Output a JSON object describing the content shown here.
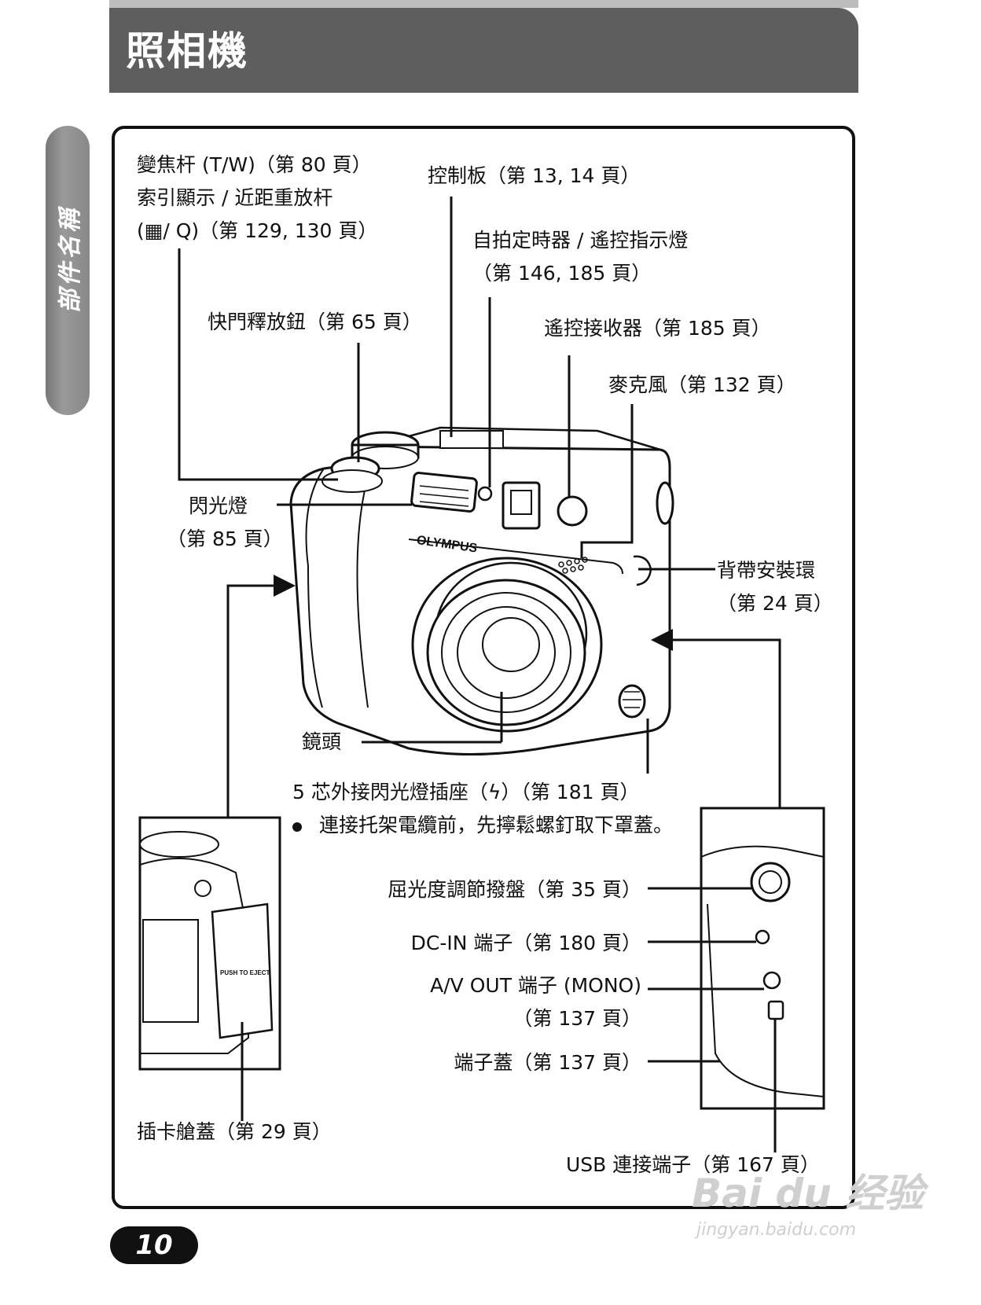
{
  "header": {
    "title": "照相機"
  },
  "side_tab": {
    "label": "部件名稱"
  },
  "labels": {
    "zoom_lever_1": "變焦杆 (T/W)（第 80 頁）",
    "zoom_lever_2": "索引顯示 / 近距重放杆",
    "zoom_lever_3": "(▦/ Q)（第 129, 130 頁）",
    "control_panel": "控制板（第 13, 14 頁）",
    "self_timer_1": "自拍定時器 / 遙控指示燈",
    "self_timer_2": "（第 146, 185 頁）",
    "shutter": "快門釋放鈕（第 65 頁）",
    "remote_receiver": "遙控接收器（第 185 頁）",
    "microphone": "麥克風（第 132 頁）",
    "flash_1": "閃光燈",
    "flash_2": "（第 85 頁）",
    "strap_1": "背帶安裝環",
    "strap_2": "（第 24 頁）",
    "lens": "鏡頭",
    "flash_socket": "5 芯外接閃光燈插座（ϟ）（第 181 頁）",
    "note": "連接托架電纜前，先擰鬆螺釘取下罩蓋。",
    "diopter": "屈光度調節撥盤（第 35 頁）",
    "dc_in": "DC-IN 端子（第 180 頁）",
    "av_out_1": "A/V OUT 端子 (MONO)",
    "av_out_2": "（第 137 頁）",
    "terminal_cover": "端子蓋（第 137 頁）",
    "card_cover": "插卡艙蓋（第 29 頁）",
    "usb": "USB 連接端子（第 167 頁）"
  },
  "camera": {
    "brand": "OLYMPUS",
    "card_door_text": "PUSH TO EJECT"
  },
  "page_number": "10",
  "watermark": {
    "main": "Bai du 经验",
    "sub": "jingyan.baidu.com"
  }
}
